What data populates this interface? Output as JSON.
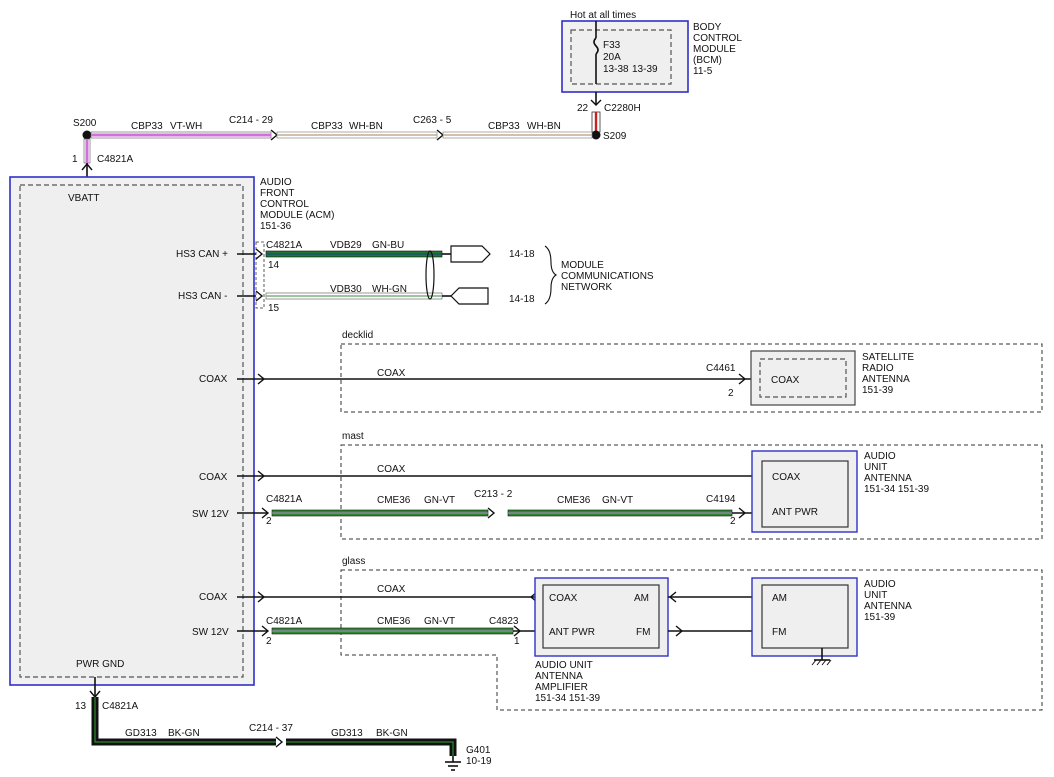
{
  "colors": {
    "vt_wh": "#d070d8",
    "wh_bn": "#b89a7a",
    "gn_bu": "#1f7a2f",
    "wh_gn": "#7fb07f",
    "gn_vt": "#2f8a2f",
    "bk_gn": "#0d2a12",
    "red": "#cc2020",
    "module_border": "#3030c8"
  },
  "bcm": {
    "hot_label": "Hot at all times",
    "fuse_name": "F33",
    "fuse_rating": "20A",
    "fuse_ref1": "13-38",
    "fuse_ref2": "13-39",
    "module_lines": [
      "BODY",
      "CONTROL",
      "MODULE",
      "(BCM)",
      "11-5"
    ],
    "pin": "22",
    "connector": "C2280H"
  },
  "splices": {
    "s200": "S200",
    "s209": "S209"
  },
  "top_wire": {
    "seg1_circuit": "CBP33",
    "seg1_color": "VT-WH",
    "conn1": "C214 - 29",
    "seg2_circuit": "CBP33",
    "seg2_color": "WH-BN",
    "conn2": "C263 - 5",
    "seg3_circuit": "CBP33",
    "seg3_color": "WH-BN"
  },
  "acm": {
    "power_pin": "1",
    "power_connector": "C4821A",
    "name_lines": [
      "AUDIO",
      "FRONT",
      "CONTROL",
      "MODULE (ACM)",
      "151-36"
    ],
    "vbatt": "VBATT",
    "hs3_plus": "HS3 CAN +",
    "hs3_minus": "HS3 CAN -",
    "coax1": "COAX",
    "coax2": "COAX",
    "sw12v_1": "SW 12V",
    "coax3": "COAX",
    "sw12v_2": "SW 12V",
    "pwr_gnd": "PWR GND"
  },
  "can": {
    "connector": "C4821A",
    "pin_plus": "14",
    "pin_minus": "15",
    "plus_circuit": "VDB29",
    "plus_color": "GN-BU",
    "minus_circuit": "VDB30",
    "minus_color": "WH-GN",
    "ref_plus": "14-18",
    "ref_minus": "14-18",
    "network_lines": [
      "MODULE",
      "COMMUNICATIONS",
      "NETWORK"
    ]
  },
  "decklid": {
    "zone_label": "decklid",
    "wire_label": "COAX",
    "connector": "C4461",
    "pin": "2",
    "antenna_pin_label": "COAX",
    "antenna_lines": [
      "SATELLITE",
      "RADIO",
      "ANTENNA",
      "151-39"
    ]
  },
  "mast": {
    "zone_label": "mast",
    "coax_label": "COAX",
    "connector_left": "C4821A",
    "pin_left": "2",
    "seg1_circuit": "CME36",
    "seg1_color": "GN-VT",
    "inline_conn": "C213 - 2",
    "seg2_circuit": "CME36",
    "seg2_color": "GN-VT",
    "connector_right": "C4194",
    "pin_right": "2",
    "pin_coax": "COAX",
    "pin_antpwr": "ANT PWR",
    "antenna_lines": [
      "AUDIO",
      "UNIT",
      "ANTENNA",
      "151-34  151-39"
    ]
  },
  "glass": {
    "zone_label": "glass",
    "coax_label": "COAX",
    "connector_left": "C4821A",
    "pin_left": "2",
    "circuit": "CME36",
    "color": "GN-VT",
    "connector_right": "C4823",
    "pin_right": "1",
    "amp_coax": "COAX",
    "amp_am": "AM",
    "amp_antpwr": "ANT PWR",
    "amp_fm": "FM",
    "amp_lines": [
      "AUDIO UNIT",
      "ANTENNA",
      "AMPLIFIER",
      "151-34  151-39"
    ],
    "ant_am": "AM",
    "ant_fm": "FM",
    "antenna_lines": [
      "AUDIO",
      "UNIT",
      "ANTENNA",
      "151-39"
    ]
  },
  "ground": {
    "pin": "13",
    "connector": "C4821A",
    "seg1_circuit": "GD313",
    "seg1_color": "BK-GN",
    "inline_conn": "C214 - 37",
    "seg2_circuit": "GD313",
    "seg2_color": "BK-GN",
    "point": "G401",
    "ref": "10-19"
  }
}
